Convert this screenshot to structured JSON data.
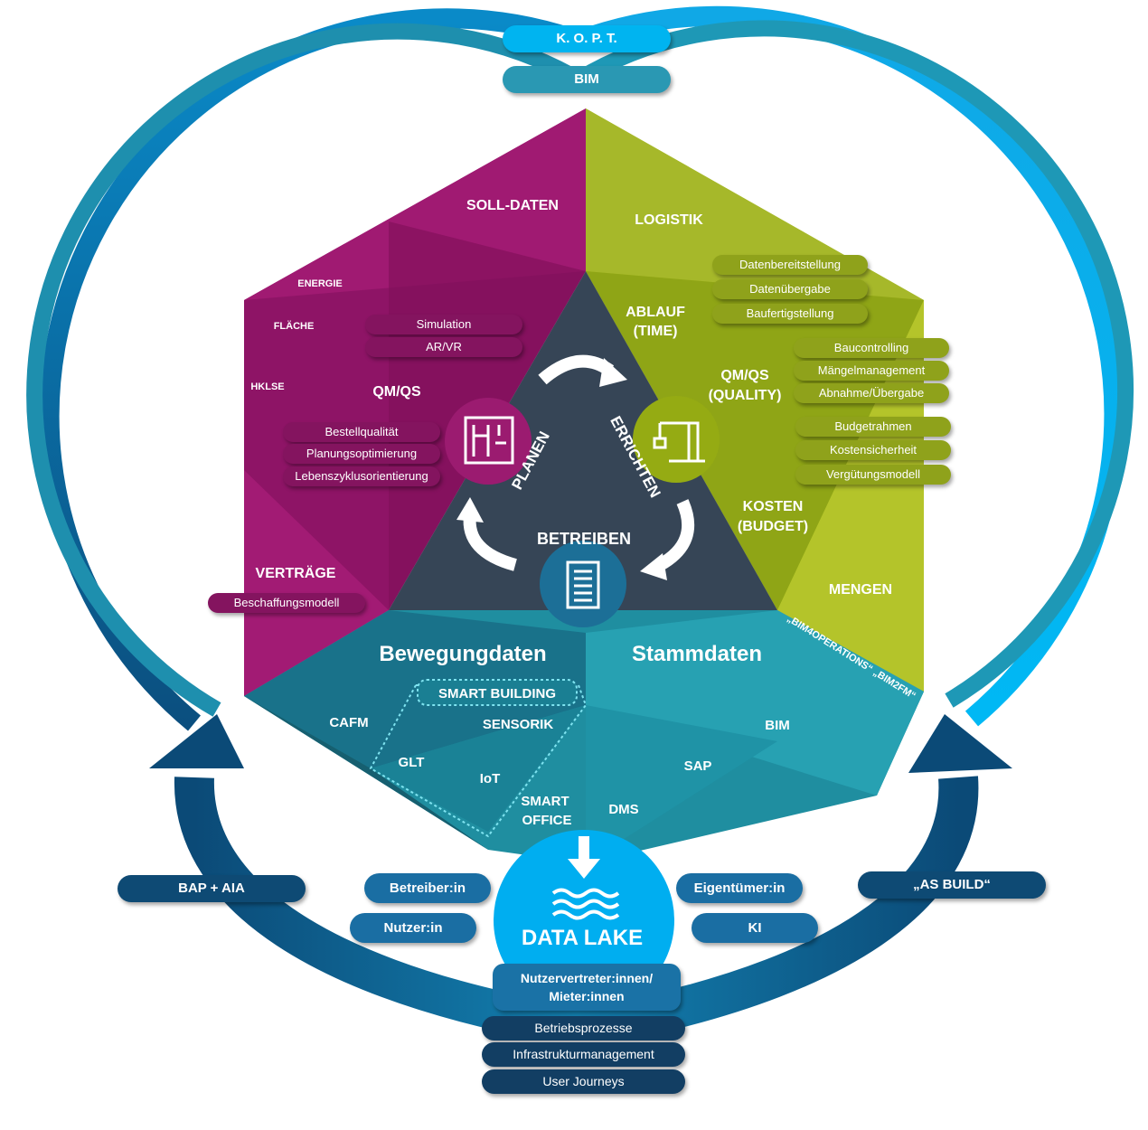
{
  "top": {
    "kopt": "K. O. P. T.",
    "bim": "BIM"
  },
  "purple": {
    "soll_daten": "SOLL-DATEN",
    "energie": "ENERGIE",
    "flaeche": "FLÄCHE",
    "hklse": "HKLSE",
    "qmqs": "QM/QS",
    "vertraege": "VERTRÄGE",
    "pills_top": [
      "Simulation",
      "AR/VR"
    ],
    "pills_qm": [
      "Bestellqualität",
      "Planungsoptimierung",
      "Lebenszyklusorientierung"
    ],
    "pill_vertraege": "Beschaffungsmodell"
  },
  "green": {
    "logistik": "LOGISTIK",
    "ablauf": [
      "ABLAUF",
      "(TIME)"
    ],
    "quality": [
      "QM/QS",
      "(QUALITY)"
    ],
    "kosten": [
      "KOSTEN",
      "(BUDGET)"
    ],
    "mengen": "MENGEN",
    "bim4ops": "„BIM4OPERATIONS“ „BIM2FM“",
    "pills_ablauf": [
      "Datenbereitstellung",
      "Datenübergabe",
      "Baufertigstellung"
    ],
    "pills_quality": [
      "Baucontrolling",
      "Mängelmanagement",
      "Abnahme/Übergabe"
    ],
    "pills_kosten": [
      "Budgetrahmen",
      "Kostensicherheit",
      "Vergütungsmodell"
    ]
  },
  "center": {
    "planen": "PLANEN",
    "errichten": "ERRICHTEN",
    "betreiben": "BETREIBEN"
  },
  "teal": {
    "bewegungsdaten": "Bewegungdaten",
    "stammdaten": "Stammdaten",
    "smart_building": "SMART BUILDING",
    "sensorik": "SENSORIK",
    "cafm": "CAFM",
    "glt": "GLT",
    "iot": "IoT",
    "smart_office": [
      "SMART",
      "OFFICE"
    ],
    "dms": "DMS",
    "sap": "SAP",
    "bim": "BIM"
  },
  "bottom": {
    "bap_aia": "BAP + AIA",
    "as_build": "„AS BUILD“",
    "data_lake": "DATA LAKE",
    "betreiber": "Betreiber:in",
    "nutzer": "Nutzer:in",
    "eigentuemer": "Eigentümer:in",
    "ki": "KI",
    "nutzervertreter": [
      "Nutzervertreter:innen/",
      "Mieter:innen"
    ],
    "stack": [
      "Betriebsprozesse",
      "Infrastrukturmanagement",
      "User Journeys"
    ]
  },
  "colors": {
    "purple": "#8e1466",
    "green": "#a8bb1f",
    "dark_center": "#364556",
    "teal": "#1f8ea0",
    "navy": "#0e4a74",
    "cyan": "#00b4f0"
  },
  "icons": [
    "blueprint-icon",
    "crane-icon",
    "building-icon",
    "water-waves-icon",
    "down-arrow-icon"
  ]
}
